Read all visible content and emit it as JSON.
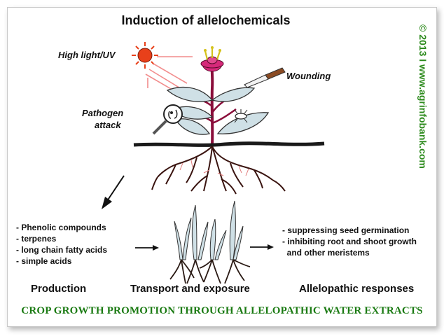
{
  "title": "Induction of allelochemicals",
  "triggers": {
    "light": "High light/UV",
    "wounding": "Wounding",
    "pathogen_line1": "Pathogen",
    "pathogen_line2": "attack"
  },
  "production_list": [
    "- Phenolic compounds",
    "- terpenes",
    "- long chain fatty acids",
    "- simple acids"
  ],
  "response_list": [
    "- suppressing seed germination",
    "- inhibiting root and shoot growth",
    "  and other meristems"
  ],
  "stages": {
    "production": "Production",
    "transport": "Transport and exposure",
    "responses": "Allelopathic responses"
  },
  "watermark": "© 2013 I www.agrinfobank.com",
  "caption": "CROP GROWTH PROMOTION THROUGH ALLELOPATHIC WATER EXTRACTS",
  "colors": {
    "watermark": "#2e8b1e",
    "caption": "#1a7a12",
    "sun": "#e8401a",
    "flower": "#d6297a",
    "leaf": "#cfe0e6",
    "stem": "#8a0d3a"
  }
}
